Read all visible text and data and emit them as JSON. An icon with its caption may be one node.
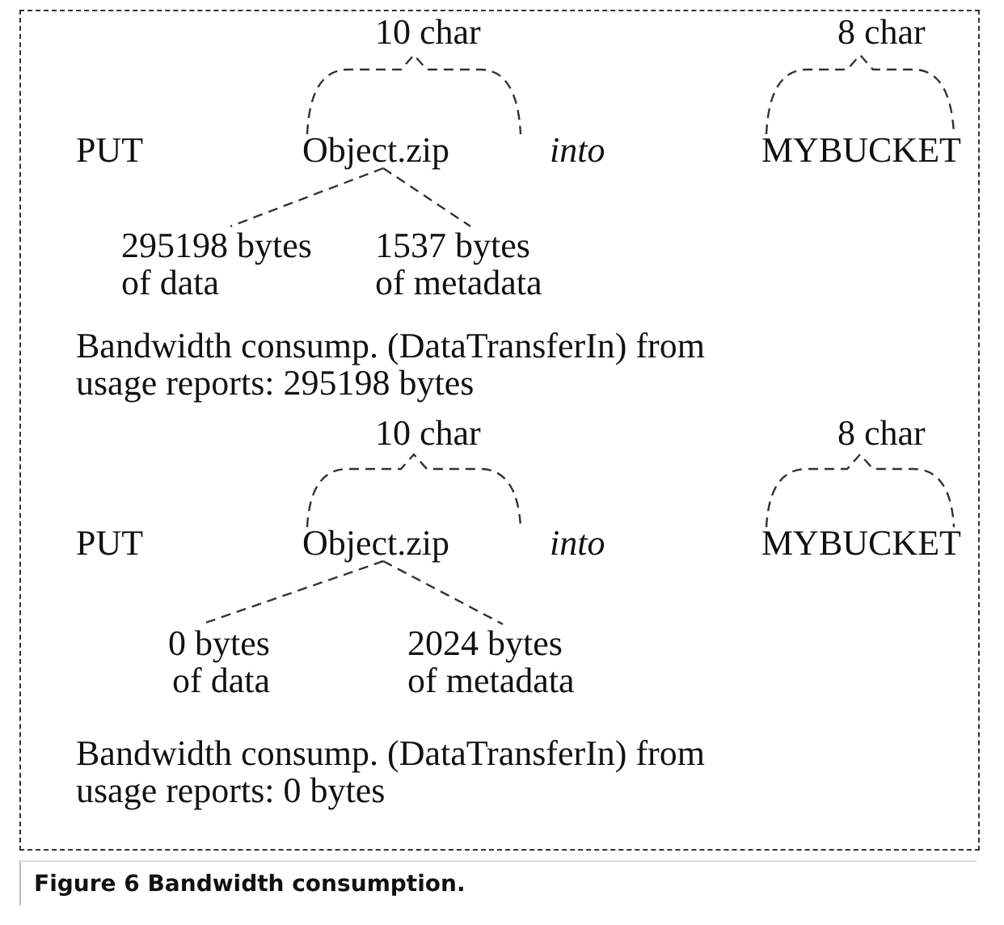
{
  "diagram": {
    "caption": "Figure 6 Bandwidth consumption.",
    "nodes": [
      {
        "text": [
          "Object.zip"
        ]
      },
      {
        "text": [
          "295198 bytes of data"
        ]
      },
      {
        "text": [
          "1537 bytes of metadata"
        ]
      },
      {
        "text": [
          "Object.zip"
        ]
      },
      {
        "text": [
          "0 bytes of data"
        ]
      },
      {
        "text": [
          "2024 bytes of metadata"
        ]
      }
    ],
    "edges": [
      {
        "from": 0,
        "to": 1,
        "arrow": "none",
        "style": "dashed"
      },
      {
        "from": 0,
        "to": 2,
        "arrow": "none",
        "style": "dashed"
      },
      {
        "from": 3,
        "to": 4,
        "arrow": "none",
        "style": "dashed"
      },
      {
        "from": 3,
        "to": 5,
        "arrow": "none",
        "style": "dashed"
      }
    ],
    "labels": [
      "10 char",
      "8 char",
      "PUT",
      "into",
      "MYBUCKET",
      "Bandwidth consump. (DataTransferIn) from usage reports: 295198 bytes",
      "10 char",
      "8 char",
      "PUT",
      "into",
      "MYBUCKET",
      "Bandwidth consump. (DataTransferIn) from usage reports: 0 bytes"
    ]
  }
}
